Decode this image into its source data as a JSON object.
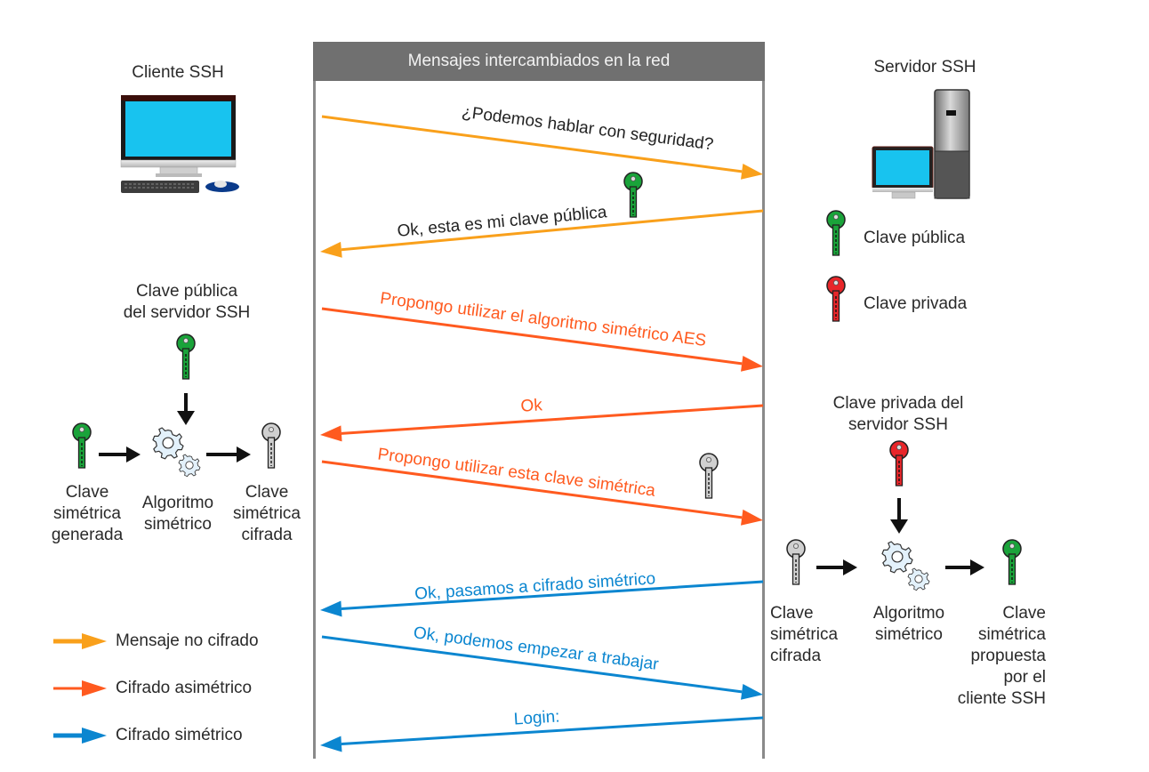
{
  "title": "Mensajes intercambiados en la red",
  "colors": {
    "plain": "#f9a01b",
    "asymmetric": "#ff5a1f",
    "symmetric": "#0b86d0",
    "public_key": "#1aa33a",
    "private_key": "#e8262a",
    "symmetric_key": "#bdbdbd",
    "screen": "#16c1ee"
  },
  "client": {
    "label": "Cliente SSH",
    "public_key_label_line1": "Clave pública",
    "public_key_label_line2": "del servidor SSH",
    "generated_key_label": [
      "Clave",
      "simétrica",
      "generada"
    ],
    "algorithm_label": [
      "Algoritmo",
      "simétrico"
    ],
    "encrypted_key_label": [
      "Clave",
      "simétrica",
      "cifrada"
    ]
  },
  "server": {
    "label": "Servidor SSH",
    "legend_public": "Clave pública",
    "legend_private": "Clave privada",
    "private_key_label_line1": "Clave privada del",
    "private_key_label_line2": "servidor SSH",
    "encrypted_key_label": [
      "Clave",
      "simétrica",
      "cifrada"
    ],
    "algorithm_label": [
      "Algoritmo",
      "simétrico"
    ],
    "proposed_key_label": [
      "Clave",
      "simétrica",
      "propuesta",
      "por el",
      "cliente SSH"
    ]
  },
  "messages": [
    {
      "text": "¿Podemos hablar con seguridad?",
      "direction": "to-server",
      "type": "plain"
    },
    {
      "text": "Ok, esta es mi clave pública",
      "direction": "to-client",
      "type": "plain",
      "attachment": "public-key"
    },
    {
      "text": "Propongo utilizar el algoritmo simétrico AES",
      "direction": "to-server",
      "type": "asymmetric"
    },
    {
      "text": "Ok",
      "direction": "to-client",
      "type": "asymmetric"
    },
    {
      "text": "Propongo utilizar esta clave simétrica",
      "direction": "to-server",
      "type": "asymmetric",
      "attachment": "symmetric-key"
    },
    {
      "text": "Ok, pasamos a cifrado simétrico",
      "direction": "to-client",
      "type": "symmetric"
    },
    {
      "text": "Ok, podemos empezar a trabajar",
      "direction": "to-server",
      "type": "symmetric"
    },
    {
      "text": "Login:",
      "direction": "to-client",
      "type": "symmetric"
    }
  ],
  "legend": [
    {
      "label": "Mensaje no cifrado",
      "type": "plain"
    },
    {
      "label": "Cifrado asimétrico",
      "type": "asymmetric"
    },
    {
      "label": "Cifrado simétrico",
      "type": "symmetric"
    }
  ]
}
